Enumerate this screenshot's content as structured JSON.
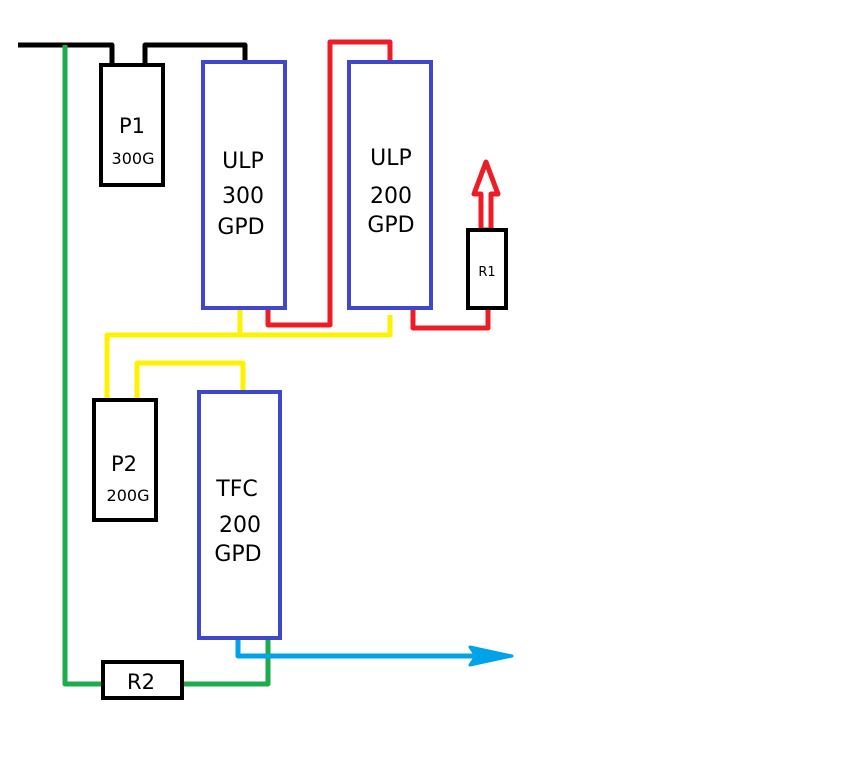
{
  "colors": {
    "black_line": "#000000",
    "green_line": "#1eab4a",
    "red_line": "#ee1c24",
    "yellow_line": "#fff200",
    "blue_line": "#00a2e8",
    "membrane_border": "#3f48cc"
  },
  "components": {
    "p1": {
      "name": "P1",
      "rating": "300G"
    },
    "p2": {
      "name": "P2",
      "rating": "200G"
    },
    "ulp300": {
      "line1": "ULP",
      "line2": "300",
      "line3": "GPD"
    },
    "ulp200": {
      "line1": "ULP",
      "line2": "200",
      "line3": "GPD"
    },
    "tfc200": {
      "line1": "TFC",
      "line2": "200",
      "line3": "GPD"
    },
    "r1": {
      "name": "R1"
    },
    "r2": {
      "name": "R2"
    }
  }
}
